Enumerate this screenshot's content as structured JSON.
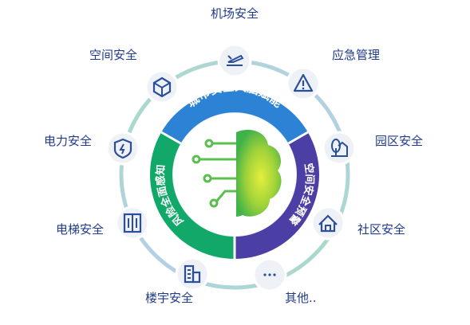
{
  "center": {
    "arc_top": "城市安全大脑赋能",
    "arc_right": "空间安全预警",
    "arc_left": "风险全面感知"
  },
  "nodes": [
    {
      "key": "airport",
      "label": "机场安全",
      "icon": "airplane-icon"
    },
    {
      "key": "emergency",
      "label": "应急管理",
      "icon": "warning-triangle-icon"
    },
    {
      "key": "park",
      "label": "园区安全",
      "icon": "park-tree-icon"
    },
    {
      "key": "community",
      "label": "社区安全",
      "icon": "house-icon"
    },
    {
      "key": "other",
      "label": "其他..",
      "icon": "ellipsis-icon"
    },
    {
      "key": "building",
      "label": "楼宇安全",
      "icon": "building-icon"
    },
    {
      "key": "elevator",
      "label": "电梯安全",
      "icon": "elevator-icon"
    },
    {
      "key": "power",
      "label": "电力安全",
      "icon": "power-shield-icon"
    },
    {
      "key": "space",
      "label": "空间安全",
      "icon": "cube-icon"
    }
  ],
  "colors": {
    "ring_blue": "#b5cfe6",
    "ring_green": "#a6dcc4",
    "arc_top": "#2c82d4",
    "arc_right": "#4b3fa6",
    "arc_left": "#11a86a",
    "brain_green": "#3fb24a",
    "brain_yellow": "#d9ea3a",
    "circuit": "#5bbf4f",
    "icon": "#2a4f9a",
    "label": "#1f3b8a"
  }
}
